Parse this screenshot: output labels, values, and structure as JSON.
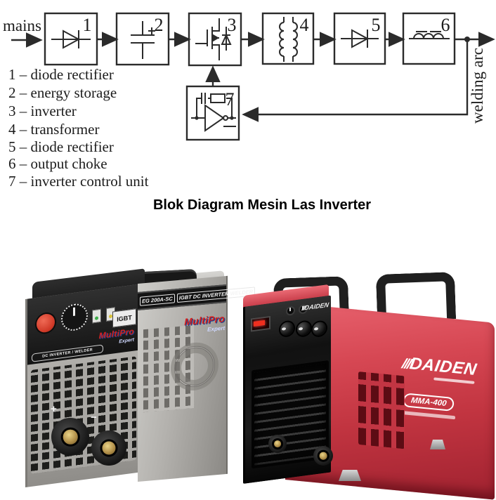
{
  "diagram": {
    "mains_label": "mains",
    "welding_arc_label": "welding arc",
    "block_numbers": [
      "1",
      "2",
      "3",
      "4",
      "5",
      "6",
      "7"
    ],
    "legend_items": [
      "1 – diode rectifier",
      "2 – energy storage",
      "3 – inverter",
      "4 – transformer",
      "5 – diode rectifier",
      "6 – output choke",
      "7 – inverter control unit"
    ]
  },
  "caption": "Blok Diagram Mesin Las Inverter",
  "left_machine": {
    "top_label": "EG 200A-SC",
    "side_model": "EG 200A-SC",
    "side_type": "IGBT DC INVERTER WELDER",
    "igbt_badge": "IGBT",
    "brand": "MultiPro",
    "brand_suffix": "Expert",
    "front_strip": "DC INVERTER / WELDER",
    "terminal_plus": "+",
    "terminal_minus": "−"
  },
  "right_machine": {
    "brand_prefix": "///",
    "brand": "DAIDEN",
    "model_badge": "MMA-400"
  },
  "colors": {
    "diagram_stroke": "#2b2b2b",
    "left_body_gray": "#b3b1ad",
    "left_panel_black": "#1b1b1b",
    "left_knob_red": "#d03a28",
    "right_body_red": "#c13440",
    "brass_terminal": "#b2904a"
  }
}
